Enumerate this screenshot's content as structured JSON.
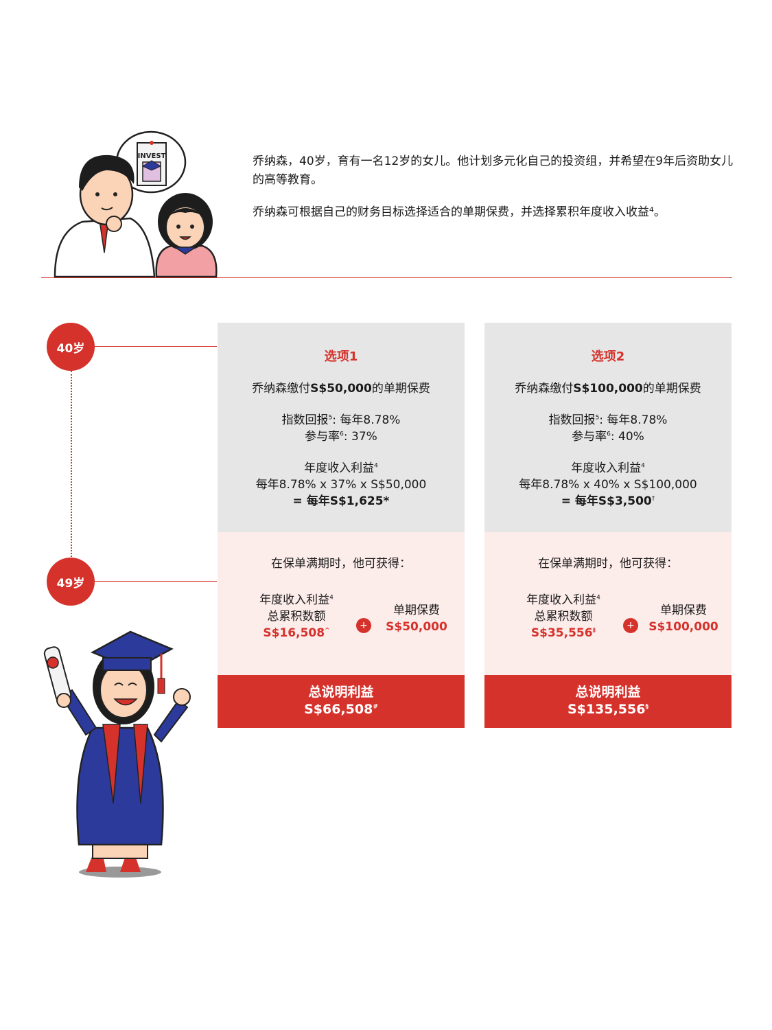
{
  "intro": {
    "p1": "乔纳森，40岁，育有一名12岁的女儿。他计划多元化自己的投资组，并希望在9年后资助女儿的高等教育。",
    "p2": "乔纳森可根据自己的财务目标选择适合的单期保费，并选择累积年度收入收益⁴。",
    "invest_sign": "INVEST"
  },
  "timeline": {
    "age_start": "40岁",
    "age_end": "49岁"
  },
  "options": [
    {
      "title": "选项1",
      "premium_pre": "乔纳森缴付",
      "premium_amount": "S$50,000",
      "premium_post": "的单期保费",
      "index_return": "指数回报",
      "index_return_value": ": 每年8.78%",
      "participation": "参与率",
      "participation_value": ": 37%",
      "income_label": "年度收入利益",
      "formula": "每年8.78% x 37% x S$50,000",
      "result": "= 每年S$1,625*",
      "result_mark": "",
      "maturity": "在保单满期时，他可获得：",
      "accum_label1": "年度收入利益",
      "accum_label2": "总累积数额",
      "accum_value": "S$16,508",
      "accum_mark": "^",
      "single_label": "单期保费",
      "single_value": "S$50,000",
      "total_label": "总说明利益",
      "total_value": "S$66,508",
      "total_mark": "#"
    },
    {
      "title": "选项2",
      "premium_pre": "乔纳森缴付",
      "premium_amount": "S$100,000",
      "premium_post": "的单期保费",
      "index_return": "指数回报",
      "index_return_value": ": 每年8.78%",
      "participation": "参与率",
      "participation_value": ": 40%",
      "income_label": "年度收入利益",
      "formula": "每年8.78% x 40% x S$100,000",
      "result": "= 每年S$3,500",
      "result_mark": "†",
      "maturity": "在保单满期时，他可获得：",
      "accum_label1": "年度收入利益",
      "accum_label2": "总累积数额",
      "accum_value": "S$35,556",
      "accum_mark": "‡",
      "single_label": "单期保费",
      "single_value": "S$100,000",
      "total_label": "总说明利益",
      "total_value": "S$135,556",
      "total_mark": "§"
    }
  ],
  "footnotes": {
    "n4": "4",
    "n5": "5",
    "n6": "6"
  },
  "plus_symbol": "+",
  "colors": {
    "brand_red": "#d6322c",
    "card_grey": "#e6e6e6",
    "card_pink": "#fcecea"
  }
}
